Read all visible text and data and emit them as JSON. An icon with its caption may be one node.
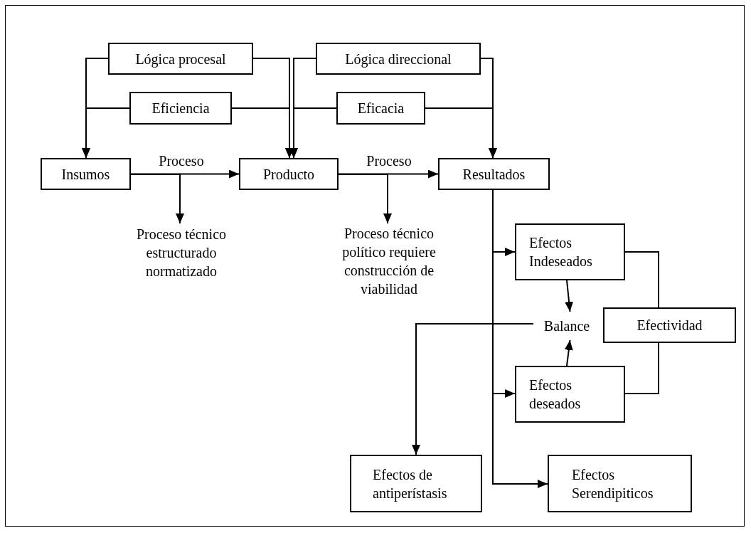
{
  "diagram": {
    "nodes": [
      {
        "text": [
          "Lógica procesal"
        ]
      },
      {
        "text": [
          "Lógica direccional"
        ]
      },
      {
        "text": [
          "Eficiencia"
        ]
      },
      {
        "text": [
          "Eficacia"
        ]
      },
      {
        "text": [
          "Insumos"
        ]
      },
      {
        "text": [
          "Producto"
        ]
      },
      {
        "text": [
          "Resultados"
        ]
      },
      {
        "text": [
          "Proceso técnico estructurado normatizado"
        ]
      },
      {
        "text": [
          "Proceso técnico político requiere construcción de viabilidad"
        ]
      },
      {
        "text": [
          "Efectos Indeseados"
        ]
      },
      {
        "text": [
          "Balance"
        ]
      },
      {
        "text": [
          "Efectividad"
        ]
      },
      {
        "text": [
          "Efectos deseados"
        ]
      },
      {
        "text": [
          "Efectos de antiperístasis"
        ]
      },
      {
        "text": [
          "Efectos Serendipiticos"
        ]
      }
    ],
    "edges": [
      {
        "from": 0,
        "to": 4,
        "arrow": "to"
      },
      {
        "from": 2,
        "to": 4,
        "arrow": "to"
      },
      {
        "from": 0,
        "to": 5,
        "arrow": "to"
      },
      {
        "from": 2,
        "to": 5,
        "arrow": "to"
      },
      {
        "from": 1,
        "to": 5,
        "arrow": "to"
      },
      {
        "from": 3,
        "to": 5,
        "arrow": "to"
      },
      {
        "from": 1,
        "to": 6,
        "arrow": "to"
      },
      {
        "from": 3,
        "to": 6,
        "arrow": "to"
      },
      {
        "from": 4,
        "to": 5,
        "arrow": "to",
        "label": "Proceso"
      },
      {
        "from": 4,
        "to": 7,
        "arrow": "to"
      },
      {
        "from": 5,
        "to": 6,
        "arrow": "to",
        "label": "Proceso"
      },
      {
        "from": 5,
        "to": 8,
        "arrow": "to"
      },
      {
        "from": 6,
        "to": 9,
        "arrow": "to"
      },
      {
        "from": 6,
        "to": 12,
        "arrow": "to"
      },
      {
        "from": 6,
        "to": 14,
        "arrow": "to"
      },
      {
        "from": 10,
        "to": 13,
        "arrow": "to"
      },
      {
        "from": 9,
        "to": 10,
        "arrow": "to"
      },
      {
        "from": 12,
        "to": 10,
        "arrow": "to"
      },
      {
        "from": 9,
        "to": 11,
        "arrow": "none"
      },
      {
        "from": 12,
        "to": 11,
        "arrow": "none"
      }
    ]
  }
}
